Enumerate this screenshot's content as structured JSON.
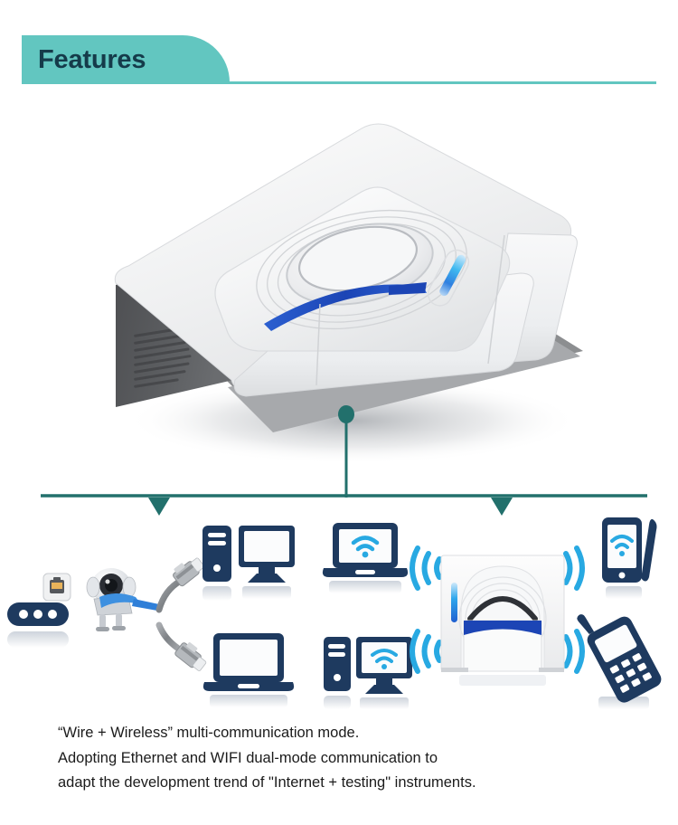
{
  "header": {
    "title": "Features",
    "tab_color": "#62c6c0",
    "title_color": "#153b4a",
    "rule_color": "#62c6c0"
  },
  "hero": {
    "product_name": "benchtop spectrophotometer",
    "view": "three-quarter",
    "body_color": "#f2f3f4",
    "side_panel_color": "#58595b",
    "accent_color": "#1c45b5",
    "led_color": "#3fb9f0",
    "base_color": "#8c8e90"
  },
  "connector": {
    "line_color": "#22706c",
    "dot_color": "#22706c",
    "marker_count": 2
  },
  "network": {
    "wifi_color": "#28a9e2",
    "device_color": "#1e3a5f",
    "cable_color": "#8e9195",
    "items": [
      {
        "name": "network-switch",
        "label": "network switch"
      },
      {
        "name": "rj45-port",
        "label": "RJ45 port"
      },
      {
        "name": "robot-mascot",
        "label": "robot mascot"
      },
      {
        "name": "ethernet-cable-upper",
        "label": "ethernet cable"
      },
      {
        "name": "ethernet-cable-lower",
        "label": "ethernet cable"
      },
      {
        "name": "desktop-computer-wired",
        "label": "desktop computer"
      },
      {
        "name": "laptop-wired",
        "label": "laptop"
      },
      {
        "name": "laptop-wifi",
        "label": "laptop with WiFi"
      },
      {
        "name": "desktop-computer-wifi",
        "label": "desktop computer with WiFi"
      },
      {
        "name": "instrument-front",
        "label": "instrument front view"
      },
      {
        "name": "smartphone-wifi",
        "label": "smartphone with stylus"
      },
      {
        "name": "feature-phone-wifi",
        "label": "mobile phone"
      }
    ]
  },
  "caption": {
    "line1": "“Wire + Wireless” multi-communication mode.",
    "line2": "Adopting Ethernet and WIFI dual-mode communication to",
    "line3": "adapt the development trend of \"Internet + testing\" instruments."
  }
}
